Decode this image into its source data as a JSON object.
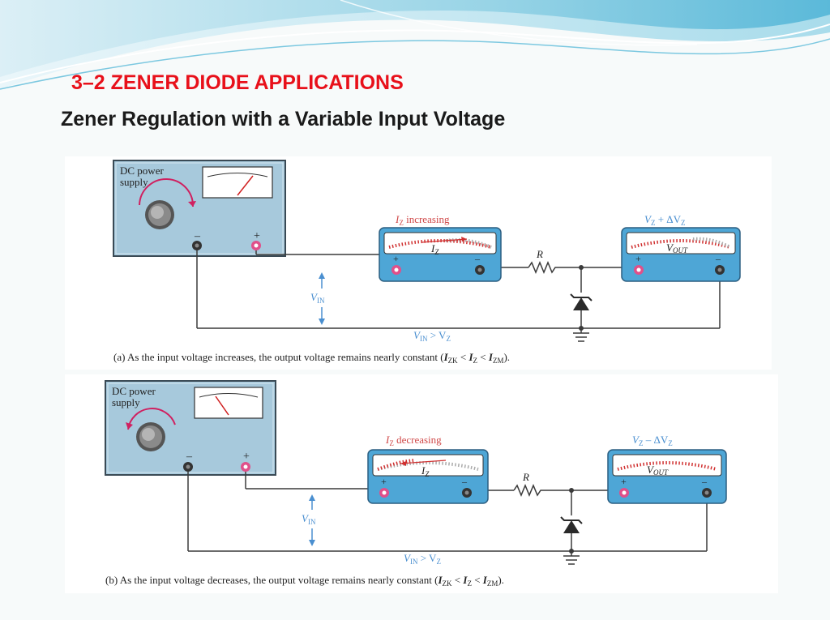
{
  "header": {
    "title": "3–2 ZENER DIODE APPLICATIONS",
    "subtitle": "Zener Regulation with a Variable Input Voltage"
  },
  "figure_a": {
    "supply_label_1": "DC power",
    "supply_label_2": "supply",
    "minus": "–",
    "plus": "+",
    "iz_main": "I",
    "iz_sub": "Z",
    "iz_rest": " increasing",
    "meter1_i": "I",
    "meter1_sub": "Z",
    "vz_main": "V",
    "vz_sub": "Z",
    "vz_op": " + ΔV",
    "vz_sub2": "Z",
    "vout_main": "V",
    "vout_sub": "OUT",
    "r_label": "R",
    "vin_main": "V",
    "vin_sub": "IN",
    "cond_v1": "V",
    "cond_s1": "IN",
    "cond_op": " > V",
    "cond_s2": "Z",
    "caption_text": "(a) As the input voltage increases, the output voltage remains nearly constant (",
    "caption_i1": "I",
    "caption_s1": "ZK",
    "caption_lt1": " < ",
    "caption_i2": "I",
    "caption_s2": "Z",
    "caption_lt2": " < ",
    "caption_i3": "I",
    "caption_s3": "ZM",
    "caption_end": ")."
  },
  "figure_b": {
    "supply_label_1": "DC power",
    "supply_label_2": "supply",
    "minus": "–",
    "plus": "+",
    "iz_main": "I",
    "iz_sub": "Z",
    "iz_rest": " decreasing",
    "meter1_i": "I",
    "meter1_sub": "Z",
    "vz_main": "V",
    "vz_sub": "Z",
    "vz_op": " – ΔV",
    "vz_sub2": "Z",
    "vout_main": "V",
    "vout_sub": "OUT",
    "r_label": "R",
    "vin_main": "V",
    "vin_sub": "IN",
    "cond_v1": "V",
    "cond_s1": "IN",
    "cond_op": " > V",
    "cond_s2": "Z",
    "caption_text": "(b) As the input voltage decreases, the output voltage remains nearly constant (",
    "caption_i1": "I",
    "caption_s1": "ZK",
    "caption_lt1": " < ",
    "caption_i2": "I",
    "caption_s2": "Z",
    "caption_lt2": " < ",
    "caption_i3": "I",
    "caption_s3": "ZM",
    "caption_end": ")."
  },
  "colors": {
    "title": "#e8101a",
    "panel_blue": "#a7c9dc",
    "meter_blue": "#4ea6d6",
    "label_blue": "#4a8fd0",
    "label_red": "#d04848",
    "wire": "#3a3a3a"
  }
}
